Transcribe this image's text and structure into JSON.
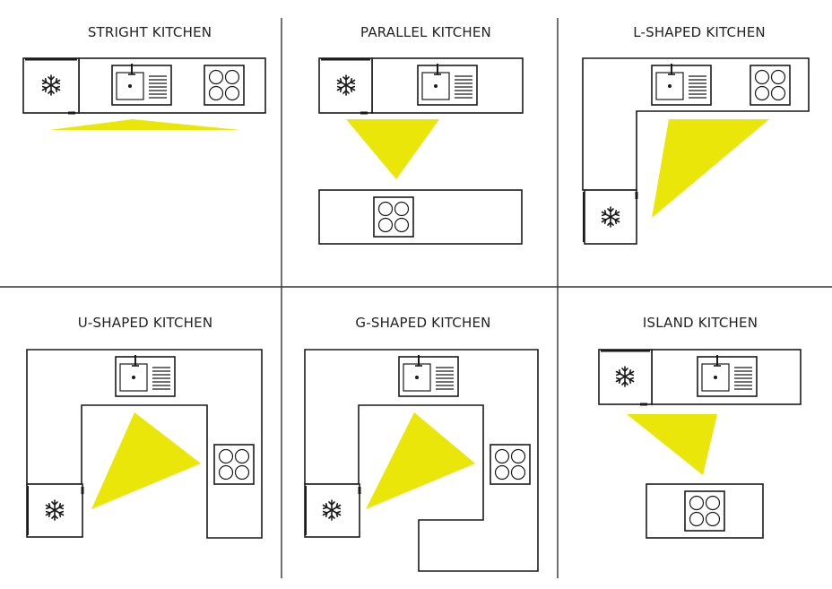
{
  "layouts": [
    {
      "id": "straight",
      "title": "STRIGHT KITCHEN"
    },
    {
      "id": "parallel",
      "title": "PARALLEL KITCHEN"
    },
    {
      "id": "l-shaped",
      "title": "L-SHAPED KITCHEN"
    },
    {
      "id": "u-shaped",
      "title": "U-SHAPED KITCHEN"
    },
    {
      "id": "g-shaped",
      "title": "G-SHAPED KITCHEN"
    },
    {
      "id": "island",
      "title": "ISLAND KITCHEN"
    }
  ],
  "colors": {
    "work_triangle": "#ebe60a",
    "outline": "#1a1a1a",
    "background": "#ffffff"
  },
  "icons": [
    "fridge-icon",
    "sink-icon",
    "cooktop-icon",
    "work-triangle"
  ]
}
